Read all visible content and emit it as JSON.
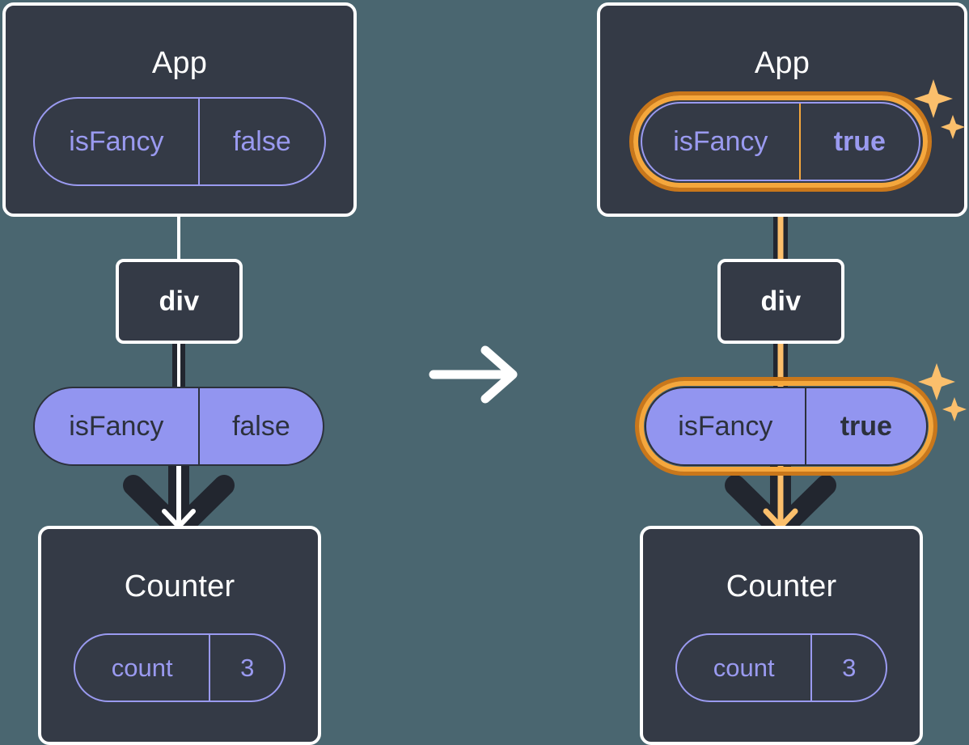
{
  "meta": {
    "title": "React re-render diagram: state change propagates to child",
    "transition_icon": "arrow-right-icon",
    "sparkle_icon": "sparkle-icon"
  },
  "colors": {
    "background": "#4A6670",
    "box_fill": "#343A46",
    "box_border": "#FFFFFF",
    "pill_fill": "#9295F0",
    "pill_outline": "#9A9AF0",
    "pill_text_dark": "#2C313C",
    "highlight_outer": "#C9771B",
    "highlight_inner": "#F5A73C",
    "highlight_accent": "#FBBF6C",
    "edge_dark": "#22262F",
    "edge_light": "#FFFFFF"
  },
  "panels": [
    {
      "id": "before",
      "app": {
        "title": "App",
        "state": {
          "key": "isFancy",
          "value": "false",
          "highlighted": false,
          "bold_value": false
        }
      },
      "div": {
        "label": "div"
      },
      "prop": {
        "key": "isFancy",
        "value": "false",
        "highlighted": false,
        "bold_value": false
      },
      "counter": {
        "title": "Counter",
        "state": {
          "key": "count",
          "value": "3",
          "highlighted": false,
          "bold_value": false
        }
      },
      "edge_color": "#FFFFFF",
      "arrow_color": "#FFFFFF",
      "sparkles": false
    },
    {
      "id": "after",
      "app": {
        "title": "App",
        "state": {
          "key": "isFancy",
          "value": "true",
          "highlighted": true,
          "bold_value": true
        }
      },
      "div": {
        "label": "div"
      },
      "prop": {
        "key": "isFancy",
        "value": "true",
        "highlighted": true,
        "bold_value": true
      },
      "counter": {
        "title": "Counter",
        "state": {
          "key": "count",
          "value": "3",
          "highlighted": false,
          "bold_value": false
        }
      },
      "edge_color": "#FBBF6C",
      "arrow_color": "#FBBF6C",
      "sparkles": true
    }
  ]
}
